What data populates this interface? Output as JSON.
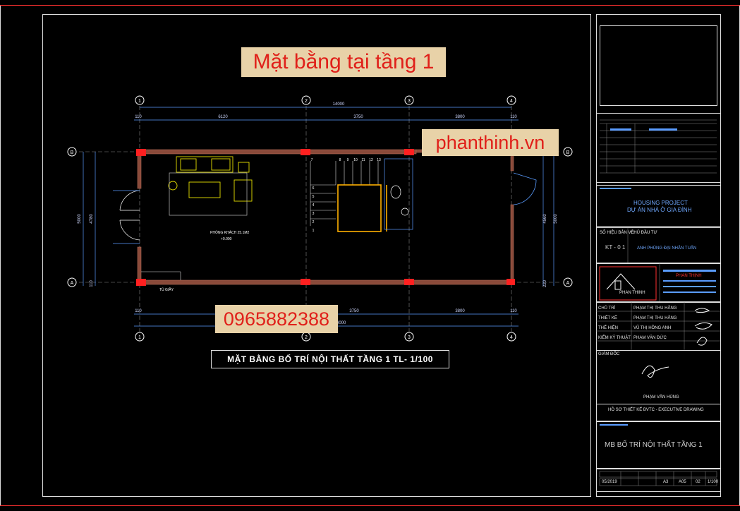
{
  "banners": {
    "title": "Mặt bằng tại tầng 1",
    "site": "phanthinh.vn",
    "phone": "0965882388"
  },
  "drawing": {
    "caption": "MẶT BẰNG BỐ TRÍ NỘI THẤT TẦNG 1 TL- 1/100",
    "room_label": "PHÒNG KHÁCH 25.1M2",
    "room_level": "+0.000",
    "stair_label": "TỦ GIẦY",
    "stair_numbers": [
      "7",
      "8",
      "9",
      "10",
      "11",
      "12",
      "13"
    ],
    "stair_numbers_left": [
      "6",
      "5",
      "4",
      "3",
      "2",
      "1"
    ],
    "grid_top": [
      "1",
      "2",
      "3",
      "4"
    ],
    "grid_side": [
      "B",
      "A"
    ],
    "dims_top_total": "14000",
    "dims_top": [
      "110",
      "6120",
      "3750",
      "3800",
      "110"
    ],
    "dims_bottom": [
      "110",
      "3750",
      "3800",
      "110"
    ],
    "dims_bottom_total": "14000",
    "dims_left": [
      "5000",
      "4780",
      "110"
    ],
    "dims_right": [
      "4560",
      "5000",
      "220"
    ]
  },
  "colors": {
    "wall": "#8a4a3a",
    "column": "#ff2020",
    "furniture": "#e8e000",
    "dimension": "#5a9cff",
    "grid": "#ffffff",
    "stair": "#ffb000"
  },
  "titleblock": {
    "project_en": "HOUSING PROJECT",
    "project_vn": "DỰ ÁN NHÀ Ở GIA ĐÌNH",
    "code_label": "SỐ HIỆU BẢN VẼ",
    "code": "KT - 0 1",
    "owner_label": "CHỦ ĐẦU TƯ",
    "owner": "ANH PHÙNG ĐẠI NHÂN TUẤN",
    "company": "PHAN THỊNH",
    "logo_text": "PHAN THINH",
    "roles": [
      {
        "role": "CHỦ TRÌ",
        "name": "PHẠM THỊ THU HẰNG"
      },
      {
        "role": "THIẾT KẾ",
        "name": "PHẠM THỊ THU HẰNG"
      },
      {
        "role": "THỂ HIỆN",
        "name": "VŨ THỊ HỒNG ANH"
      },
      {
        "role": "KIỂM KỸ THUẬT",
        "name": "PHẠM VĂN ĐỨC"
      }
    ],
    "director_label": "GIÁM ĐỐC",
    "director": "PHẠM VĂN HÙNG",
    "phase": "HỒ SƠ THIẾT KẾ BVTC - EXECUTIVE DRAWING",
    "sheet_title": "MB BỐ TRÍ NỘI THẤT TẦNG 1",
    "footer": [
      "05/2019",
      "",
      "",
      "A3",
      "A05",
      "02",
      "1/100"
    ]
  }
}
